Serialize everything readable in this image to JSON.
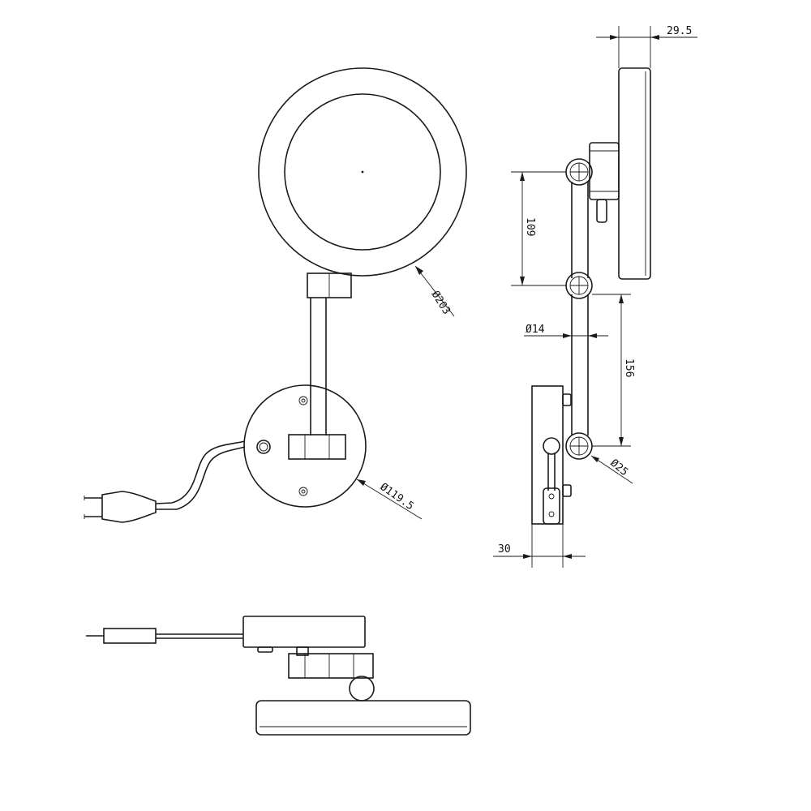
{
  "drawing": {
    "dimensions": {
      "mirror_diameter": "Ø203",
      "base_diameter": "Ø119.5",
      "mirror_depth": "29.5",
      "upper_arm_length": "109",
      "arm_diameter": "Ø14",
      "lower_arm_length": "156",
      "joint_diameter": "Ø25",
      "base_depth": "30"
    }
  }
}
